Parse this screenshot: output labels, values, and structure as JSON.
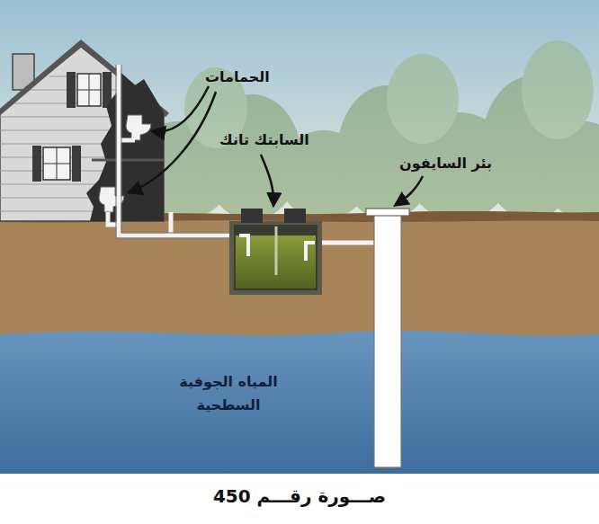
{
  "diagram": {
    "caption": "صـــورة رقـــم 450",
    "labels": [
      "الحمامات",
      "السابتك تانك",
      "بئر السايفون",
      "المياه الجوفية السطحية"
    ]
  }
}
